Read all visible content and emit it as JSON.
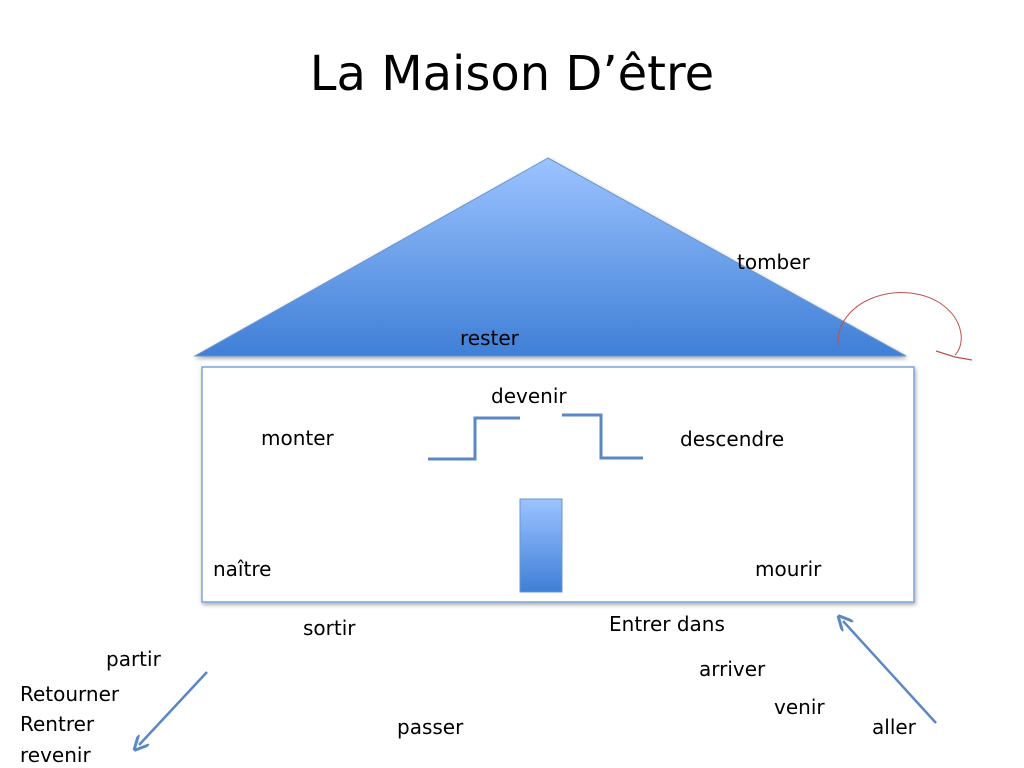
{
  "title": "La Maison D’être",
  "colors": {
    "roof_top": "#9cc3ff",
    "roof_bottom": "#3f7fd6",
    "outline": "#5b87c4",
    "arrow": "#5b87c4",
    "curve_arrow": "#c0504d"
  },
  "verbs": {
    "tomber": "tomber",
    "rester": "rester",
    "devenir": "devenir",
    "monter": "monter",
    "descendre": "descendre",
    "naitre": "naître",
    "mourir": "mourir",
    "sortir": "sortir",
    "entrer_dans": "Entrer dans",
    "partir": "partir",
    "arriver": "arriver",
    "retourner": "Retourner",
    "rentrer": "Rentrer",
    "revenir": "revenir",
    "passer": "passer",
    "venir": "venir",
    "aller": "aller"
  }
}
